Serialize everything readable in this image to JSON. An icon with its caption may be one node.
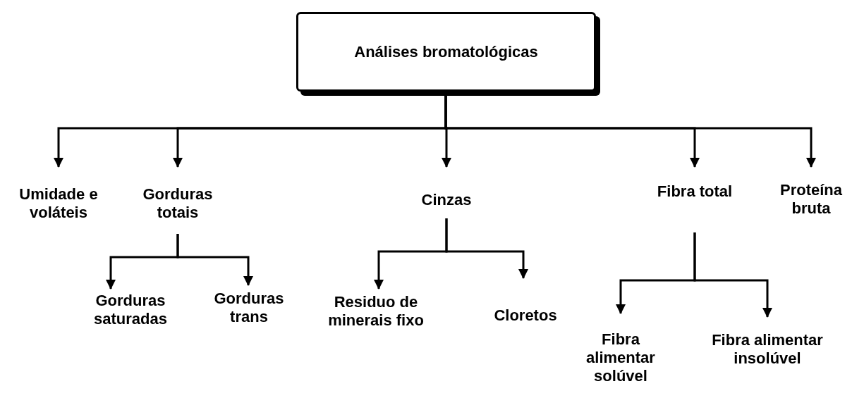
{
  "diagram": {
    "nodes": [
      {
        "text": [
          "Análises bromatológicas"
        ]
      },
      {
        "text": [
          "Umidade e voláteis"
        ]
      },
      {
        "text": [
          "Gorduras totais"
        ]
      },
      {
        "text": [
          "Cinzas"
        ]
      },
      {
        "text": [
          "Fibra total"
        ]
      },
      {
        "text": [
          "Proteína bruta"
        ]
      },
      {
        "text": [
          "Gorduras saturadas"
        ]
      },
      {
        "text": [
          "Gorduras trans"
        ]
      },
      {
        "text": [
          "Residuo de minerais fixo"
        ]
      },
      {
        "text": [
          "Cloretos"
        ]
      },
      {
        "text": [
          "Fibra alimentar solúvel"
        ]
      },
      {
        "text": [
          "Fibra alimentar insolúvel"
        ]
      }
    ],
    "edges": [
      {
        "from": 0,
        "to": 1,
        "arrow": "to"
      },
      {
        "from": 0,
        "to": 2,
        "arrow": "to"
      },
      {
        "from": 0,
        "to": 3,
        "arrow": "to"
      },
      {
        "from": 0,
        "to": 4,
        "arrow": "to"
      },
      {
        "from": 0,
        "to": 5,
        "arrow": "to"
      },
      {
        "from": 2,
        "to": 6,
        "arrow": "to"
      },
      {
        "from": 2,
        "to": 7,
        "arrow": "to"
      },
      {
        "from": 3,
        "to": 8,
        "arrow": "to"
      },
      {
        "from": 3,
        "to": 9,
        "arrow": "to"
      },
      {
        "from": 4,
        "to": 10,
        "arrow": "to"
      },
      {
        "from": 4,
        "to": 11,
        "arrow": "to"
      }
    ]
  }
}
